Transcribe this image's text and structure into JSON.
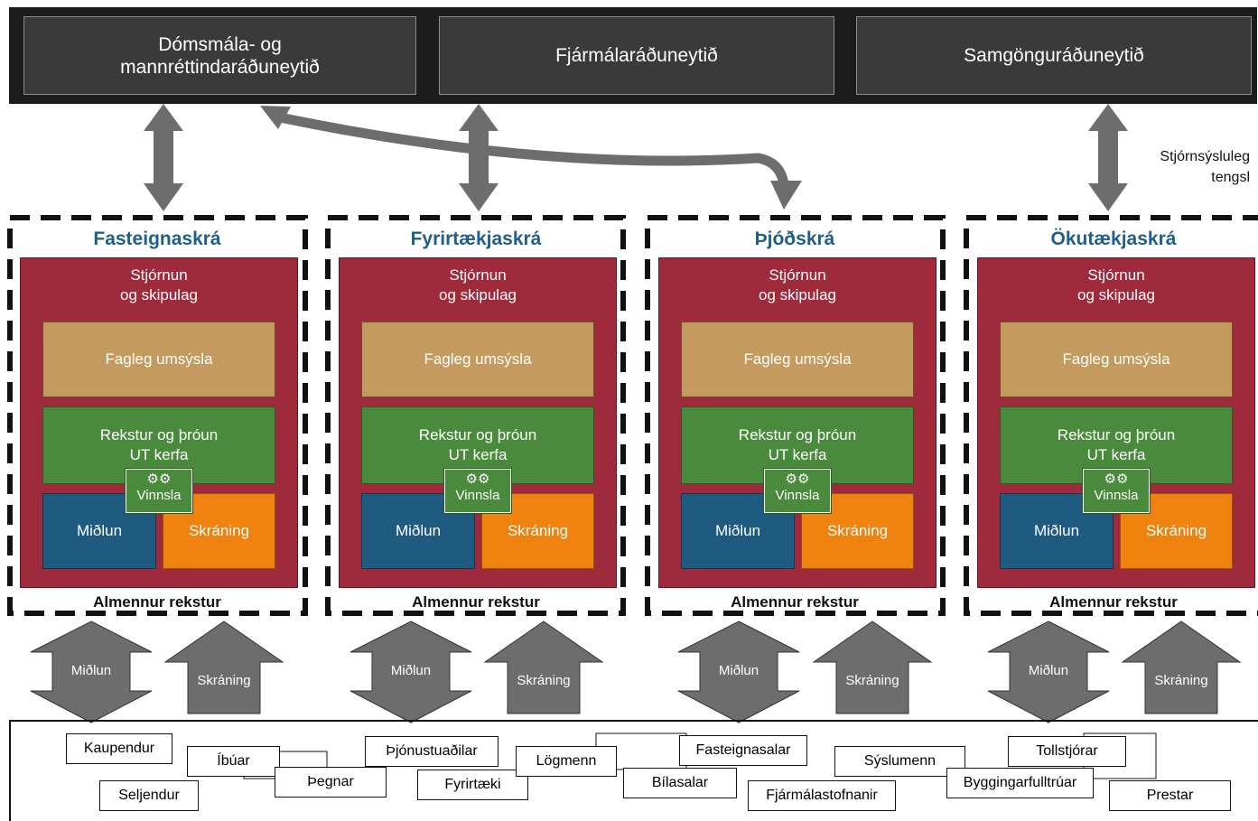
{
  "ministries": [
    {
      "label": "Dómsmála- og\nmannréttindaráðuneytið"
    },
    {
      "label": "Fjármálaráðuneytið"
    },
    {
      "label": "Samgönguráðuneytið"
    }
  ],
  "relation_label": "Stjórnsýsluleg\ntengsl",
  "agencies": [
    {
      "title": "Fasteignaskrá"
    },
    {
      "title": "Fyrirtækjaskrá"
    },
    {
      "title": "Þjóðskrá"
    },
    {
      "title": "Ökutækjaskrá"
    }
  ],
  "agency_blocks": {
    "governance": "Stjórnun\nog skipulag",
    "professional": "Fagleg umsýsla",
    "operations": "Rekstur og þróun\nUT kerfa",
    "processing": "Vinnsla",
    "distribution": "Miðlun",
    "registration": "Skráning",
    "general_ops": "Almennur rekstur"
  },
  "flow_arrows": {
    "distribution": "Miðlun",
    "registration": "Skráning"
  },
  "icons": {
    "processing": "gears-icon"
  },
  "colors": {
    "ministry_bg": "#3a3a3a",
    "agency_bg": "#9e2a3c",
    "professional_bg": "#c49a5e",
    "operations_bg": "#4a8a3c",
    "distribution_bg": "#1f5a80",
    "registration_bg": "#f0820f",
    "title_color": "#1f5f8a",
    "arrow_color": "#6d6d6d"
  },
  "actors": [
    "Kaupendur",
    "Íbúar",
    "Seljendur",
    "Þegnar",
    "Þjónustuaðilar",
    "Fyrirtæki",
    "Lögmenn",
    "Fasteignasalar",
    "Bílasalar",
    "Sýslumenn",
    "Fjármálastofnanir",
    "Tollstjórar",
    "Byggingarfulltrúar",
    "Prestar"
  ]
}
